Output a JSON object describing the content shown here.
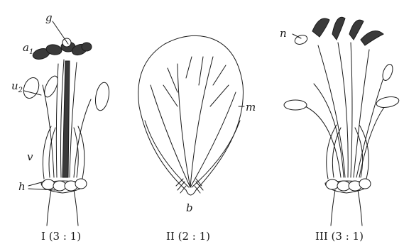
{
  "figures": [
    {
      "id": "I",
      "caption": "I (3 : 1)",
      "labels": {
        "g": "g",
        "a1": "a",
        "a1_sub": "1",
        "u2": "u",
        "u2_sub": "2",
        "v": "v",
        "h": "h"
      }
    },
    {
      "id": "II",
      "caption": "II (2 : 1)",
      "labels": {
        "m": "m",
        "b": "b"
      }
    },
    {
      "id": "III",
      "caption": "III (3 : 1)",
      "labels": {
        "n": "n"
      }
    }
  ],
  "colors": {
    "ink": "#1a1a1a",
    "paper": "#ffffff",
    "shade": "#3a3a3a"
  }
}
